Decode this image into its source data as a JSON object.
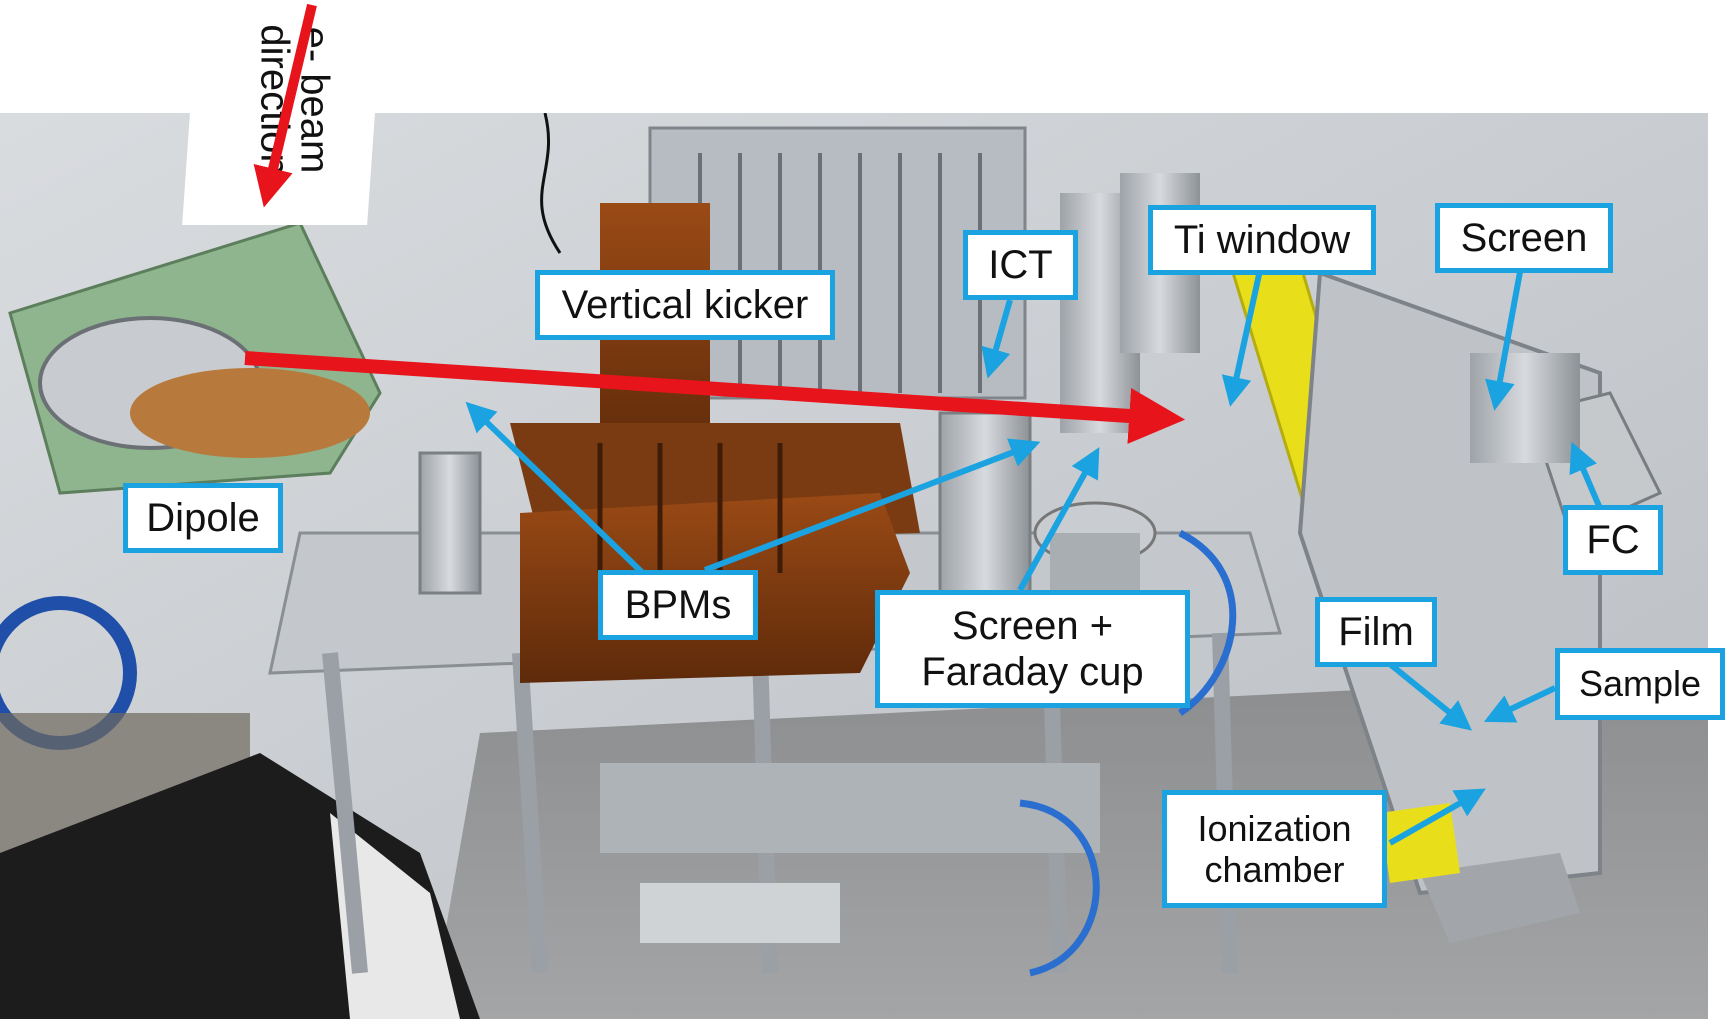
{
  "beam_label": "e- beam\ndirection",
  "labels": {
    "vertical_kicker": "Vertical kicker",
    "ict": "ICT",
    "ti_window": "Ti window",
    "screen_top": "Screen",
    "dipole": "Dipole",
    "bpms": "BPMs",
    "screen_faraday": "Screen +\nFaraday cup",
    "film": "Film",
    "fc": "FC",
    "sample": "Sample",
    "ionization_chamber": "Ionization\nchamber"
  },
  "colors": {
    "label_border": "#1aa3e0",
    "arrow_red": "#e8141b",
    "pointer_blue": "#1aa3e0",
    "yellow_rail": "#e8df1a"
  }
}
